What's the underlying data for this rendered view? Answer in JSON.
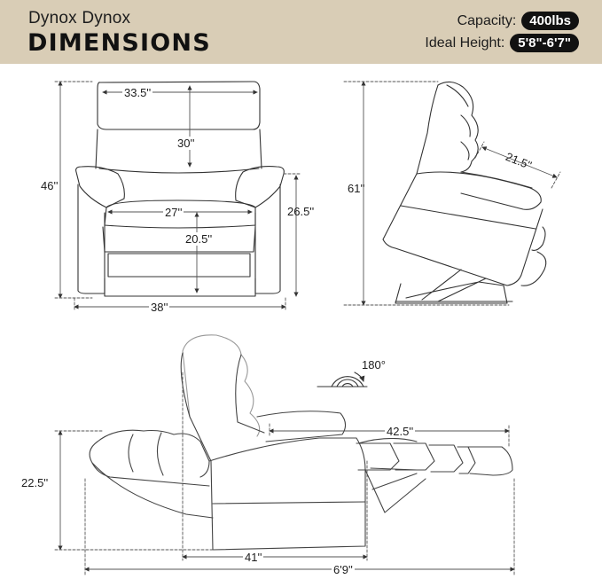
{
  "header": {
    "brand": "Dynox Dynox",
    "title": "DIMENSIONS",
    "capacity_label": "Capacity:",
    "capacity_value": "400lbs",
    "height_label": "Ideal Height:",
    "height_value": "5'8\"-6'7\""
  },
  "front_view": {
    "back_width": "33.5''",
    "back_height": "30''",
    "total_height": "46''",
    "seat_width": "27''",
    "seat_depth": "20.5''",
    "arm_height": "26.5''",
    "total_width": "38''"
  },
  "side_view": {
    "lift_height": "61''",
    "seat_depth": "21.5''"
  },
  "recline_view": {
    "swivel_angle": "180°",
    "footrest_length": "42.5''",
    "seat_height": "22.5''",
    "base_length": "41''",
    "total_length": "6'9''"
  },
  "colors": {
    "header_bg": "#d9cdb6",
    "pill_bg": "#111111",
    "line": "#333333"
  }
}
